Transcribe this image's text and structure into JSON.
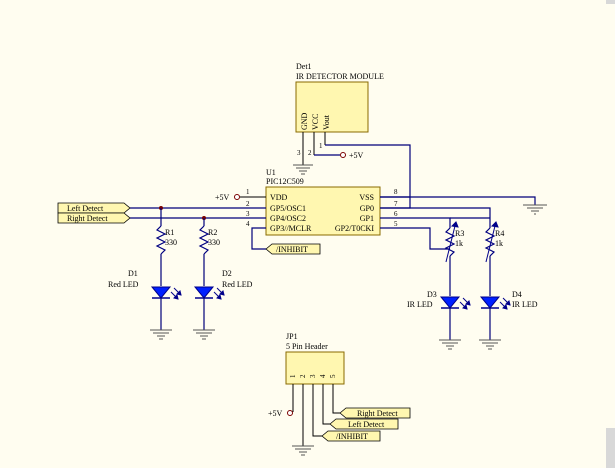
{
  "det1": {
    "ref": "Det1",
    "name": "IR DETECTOR MODULE",
    "pins": [
      "GND",
      "VCC",
      "Vout"
    ],
    "pin_numbers": [
      "3",
      "2",
      "1"
    ]
  },
  "u1": {
    "ref": "U1",
    "part": "PIC12C509",
    "left_pins": [
      "VDD",
      "GP5/OSC1",
      "GP4/OSC2",
      "GP3//MCLR"
    ],
    "left_numbers": [
      "1",
      "2",
      "3",
      "4"
    ],
    "right_pins": [
      "VSS",
      "GP0",
      "GP1",
      "GP2/T0CKI"
    ],
    "right_numbers": [
      "8",
      "7",
      "6",
      "5"
    ]
  },
  "power": {
    "plus5v": "+5V"
  },
  "nets": {
    "left_detect": "Left Detect",
    "right_detect": "Right Detect",
    "inhibit": "/INHIBIT"
  },
  "resistors": [
    {
      "ref": "R1",
      "value": "330"
    },
    {
      "ref": "R2",
      "value": "330"
    },
    {
      "ref": "R3",
      "value": "1k"
    },
    {
      "ref": "R4",
      "value": "1k"
    }
  ],
  "leds": [
    {
      "ref": "D1",
      "type": "Red LED"
    },
    {
      "ref": "D2",
      "type": "Red LED"
    },
    {
      "ref": "D3",
      "type": "IR LED"
    },
    {
      "ref": "D4",
      "type": "IR LED"
    }
  ],
  "jp1": {
    "ref": "JP1",
    "name": "5 Pin Header",
    "pin_numbers": [
      "1",
      "2",
      "3",
      "4",
      "5"
    ]
  }
}
